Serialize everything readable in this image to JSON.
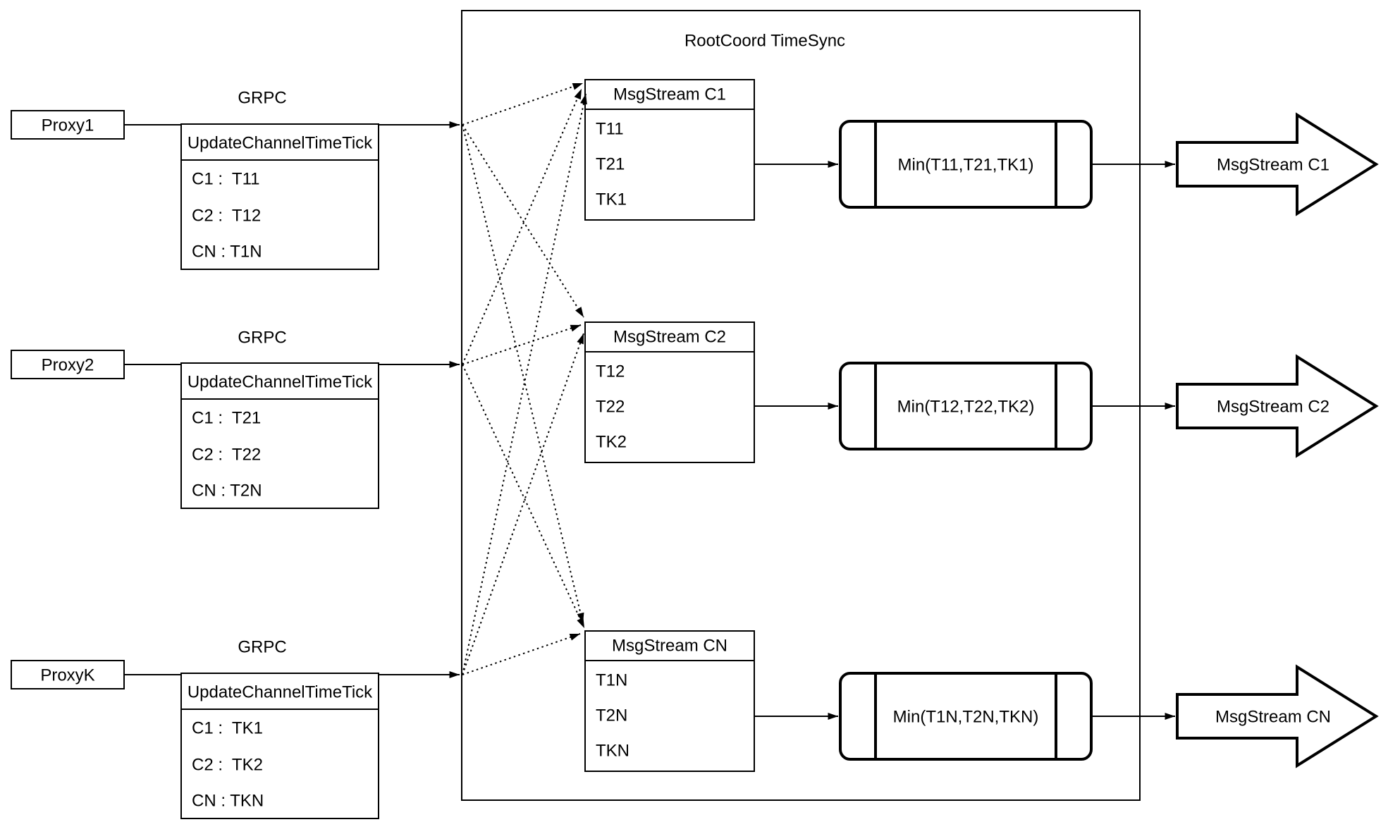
{
  "diagram": {
    "title": "RootCoord TimeSync",
    "colors": {
      "stroke": "#000000",
      "background": "#ffffff"
    },
    "proxies": [
      {
        "name": "Proxy1",
        "protocol": "GRPC",
        "table": {
          "header": "UpdateChannelTimeTick",
          "rows": [
            "C1 :  T11",
            "C2 :  T12",
            "CN : T1N"
          ]
        }
      },
      {
        "name": "Proxy2",
        "protocol": "GRPC",
        "table": {
          "header": "UpdateChannelTimeTick",
          "rows": [
            "C1 :  T21",
            "C2 :  T22",
            "CN : T2N"
          ]
        }
      },
      {
        "name": "ProxyK",
        "protocol": "GRPC",
        "table": {
          "header": "UpdateChannelTimeTick",
          "rows": [
            "C1 :  TK1",
            "C2 :  TK2",
            "CN : TKN"
          ]
        }
      }
    ],
    "streams": [
      {
        "collector": {
          "header": "MsgStream C1",
          "rows": [
            "T11",
            "T21",
            "TK1"
          ]
        },
        "min": "Min(T11,T21,TK1)",
        "output": "MsgStream C1"
      },
      {
        "collector": {
          "header": "MsgStream C2",
          "rows": [
            "T12",
            "T22",
            "TK2"
          ]
        },
        "min": "Min(T12,T22,TK2)",
        "output": "MsgStream C2"
      },
      {
        "collector": {
          "header": "MsgStream CN",
          "rows": [
            "T1N",
            "T2N",
            "TKN"
          ]
        },
        "min": "Min(T1N,T2N,TKN)",
        "output": "MsgStream CN"
      }
    ]
  }
}
